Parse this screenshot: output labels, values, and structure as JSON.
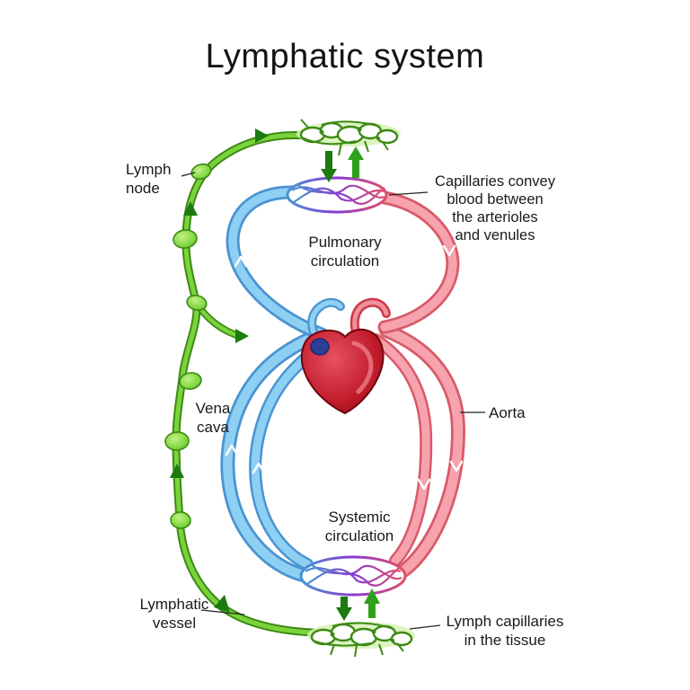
{
  "title": "Lymphatic system",
  "labels": {
    "lymph_node": "Lymph\nnode",
    "capillaries_convey": "Capillaries convey\nblood between\nthe arterioles\nand venules",
    "pulmonary_circulation": "Pulmonary\ncirculation",
    "vena_cava": "Vena\ncava",
    "aorta": "Aorta",
    "systemic_circulation": "Systemic\ncirculation",
    "lymphatic_vessel": "Lymphatic\nvessel",
    "lymph_capillaries": "Lymph capillaries\nin the tissue"
  },
  "legend_semantics": {
    "red_vessels": "arterial blood (aorta, arteries)",
    "blue_vessels": "venous blood (vena cava, veins)",
    "green_vessels": "lymphatic vessels, lymph nodes and lymph capillaries",
    "ovals": "blood capillary beds (pulmonary and systemic)"
  },
  "colors": {
    "artery_outer": "#d85a6a",
    "artery_inner": "#f7a3ae",
    "vein_outer": "#4a94d0",
    "vein_inner": "#8ed0f4",
    "lymph_outer": "#3c8a14",
    "lymph_inner": "#7bd33c",
    "lymph_arrow_dark": "#1c7a0e",
    "lymph_arrow_bright": "#2fa01a",
    "heart_dark": "#a50f1c",
    "heart_light": "#e85060",
    "capillary_purple": "#8a3ad0",
    "text": "#1a1a1a"
  }
}
